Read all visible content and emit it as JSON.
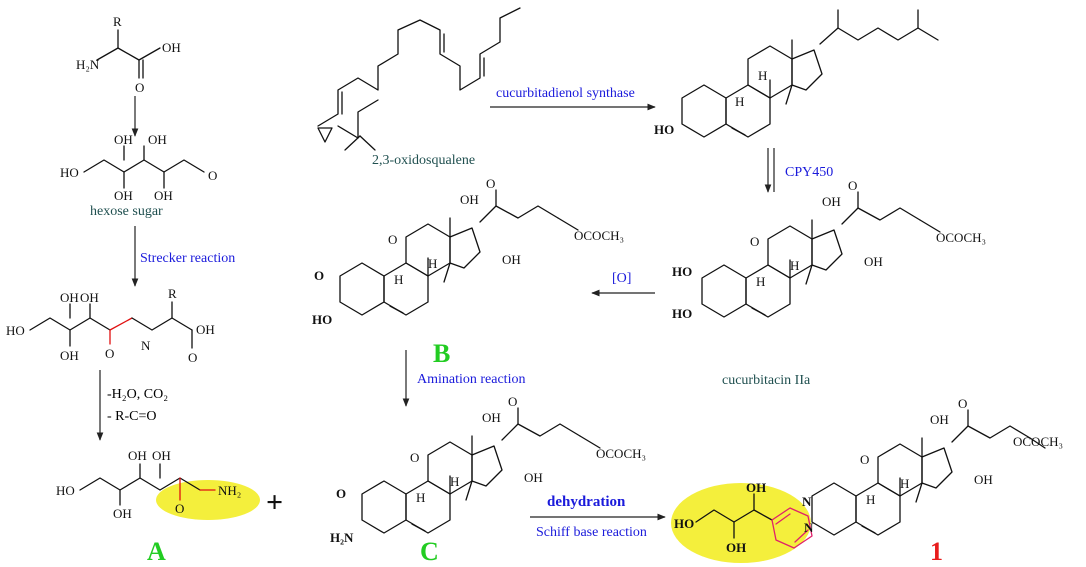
{
  "colors": {
    "reagent_blue": "#1a1adb",
    "heteroatom_red": "#e01010",
    "hydroxyl_orange": "#ef7d00",
    "compound_green": "#22cc22",
    "product_red": "#e81c1c",
    "highlight_yellow": "#f4ef3c",
    "name_teal": "#1f4f4f",
    "pyrazine_magenta": "#e0206a"
  },
  "atoms": {
    "R": "R",
    "H2N": "H₂N",
    "OH": "OH",
    "HO": "HO",
    "O": "O",
    "N": "N",
    "H": "H",
    "NH2": "NH₂",
    "OCOCH3": "OCOCH₃"
  },
  "compounds": {
    "hexose": "hexose sugar",
    "oxidosqualene": "2,3-oxidosqualene",
    "cucurbitacin": "cucurbitacin IIa",
    "A": "A",
    "B": "B",
    "C": "C",
    "product": "1"
  },
  "reactions": {
    "strecker": "Strecker reaction",
    "byproducts_1": "-H₂O, CO₂",
    "byproducts_2": "- R-C=O",
    "synthase": "cucurbitadienol synthase",
    "cyp": "CPY450",
    "oxidation": "[O]",
    "amination": "Amination reaction",
    "dehydration": "dehydration",
    "schiff": "Schiff base reaction",
    "plus": "+"
  }
}
